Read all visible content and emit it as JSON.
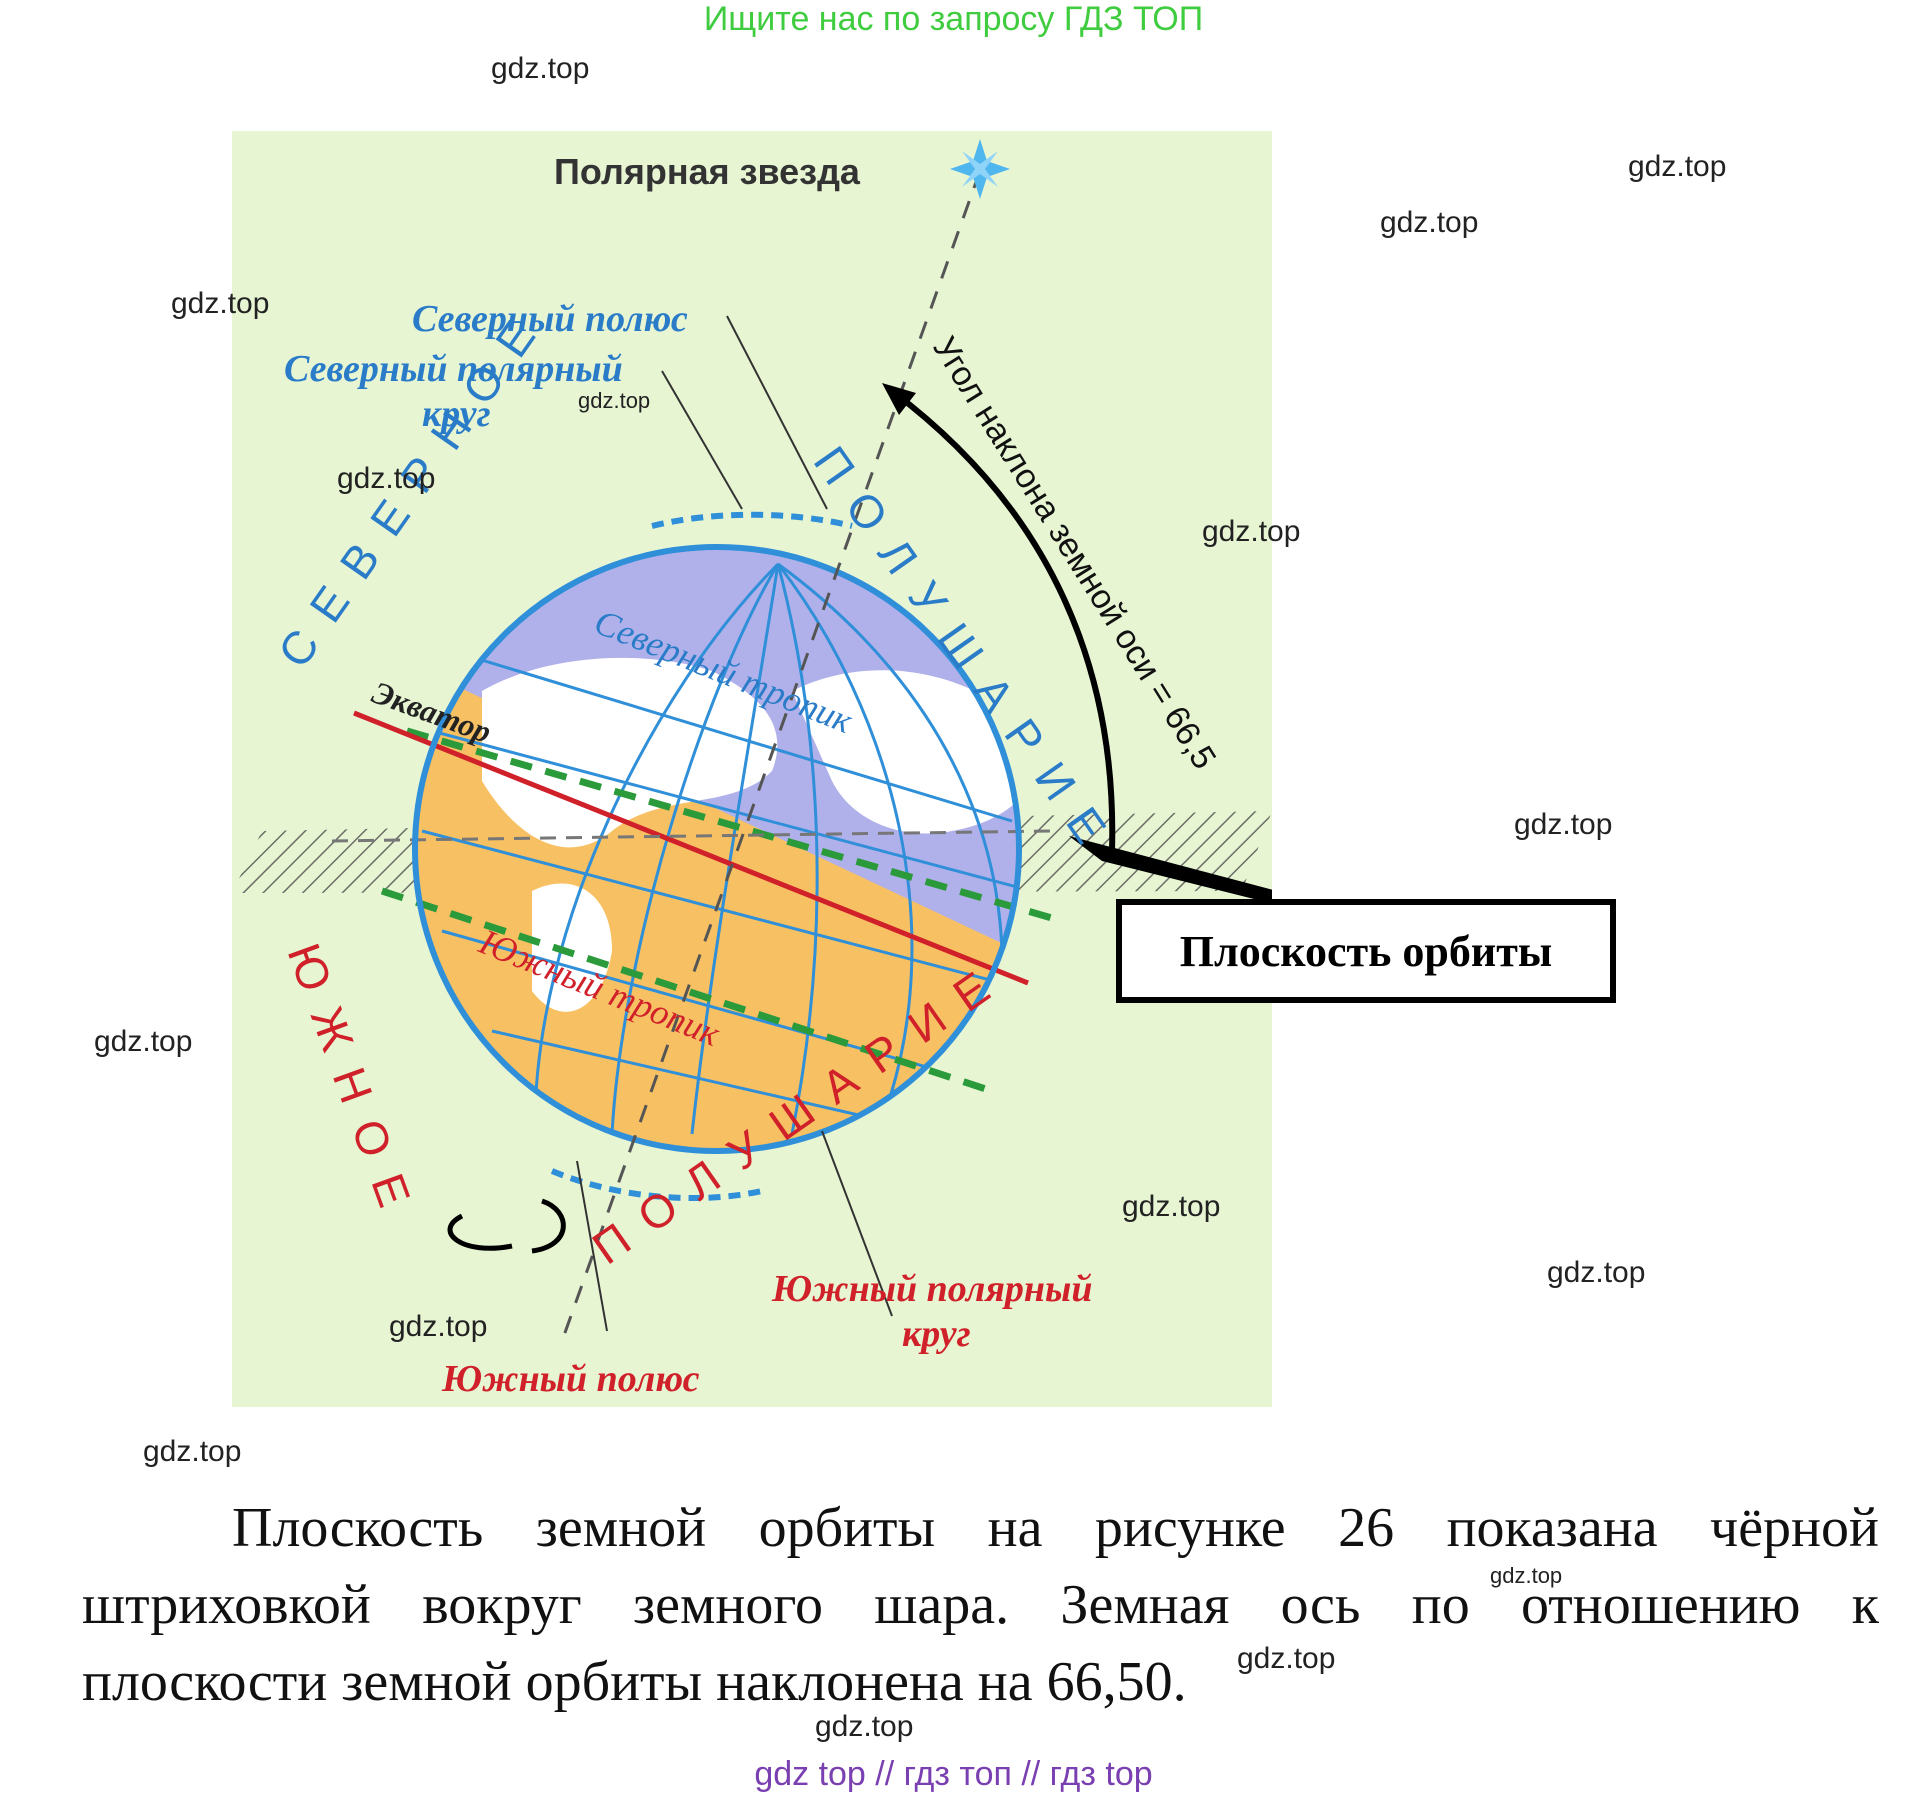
{
  "banner": "Ищите нас по запросу ГДЗ ТОП",
  "watermark": "gdz.top",
  "figure": {
    "polar_star": "Полярная звезда",
    "north_pole": "Северный полюс",
    "north_polar_circle_1": "Северный полярный",
    "north_polar_circle_2": "круг",
    "northern_hemisphere_1": "СЕВЕРНОЕ",
    "northern_hemisphere_2": "ПОЛУШАРИЕ",
    "tilt_angle": "Угол наклона земной оси = 66,5",
    "equator": "Экватор",
    "tropic_north": "Северный тропик",
    "tropic_south": "Южный тропик",
    "southern_hemisphere_1": "ЮЖНОЕ",
    "southern_hemisphere_2": "ПОЛУШАРИЕ",
    "south_polar_circle_1": "Южный полярный",
    "south_polar_circle_2": "круг",
    "south_pole": "Южный полюс",
    "callout": "Плоскость орбиты"
  },
  "text": {
    "line1": "Плоскость земной орбиты на рисунке 26 показана чёрной",
    "line2": "штриховкой вокруг земного шара. Земная ось по отношению к",
    "line3": "плоскости земной орбиты наклонена на 66,50."
  },
  "footer": "gdz top  //  гдз топ  //  гдз top",
  "colors": {
    "banner": "#3fcc3f",
    "figure_bg": "#e7f5d3",
    "northern": "#b0b1ea",
    "southern": "#f7c063",
    "globe_outline": "#2f8fd8",
    "equator": "#d0202a",
    "tropic": "#2a9a3a",
    "label_blue": "#2a7cc8",
    "label_red": "#d0202a",
    "footer": "#7a3fb0"
  }
}
